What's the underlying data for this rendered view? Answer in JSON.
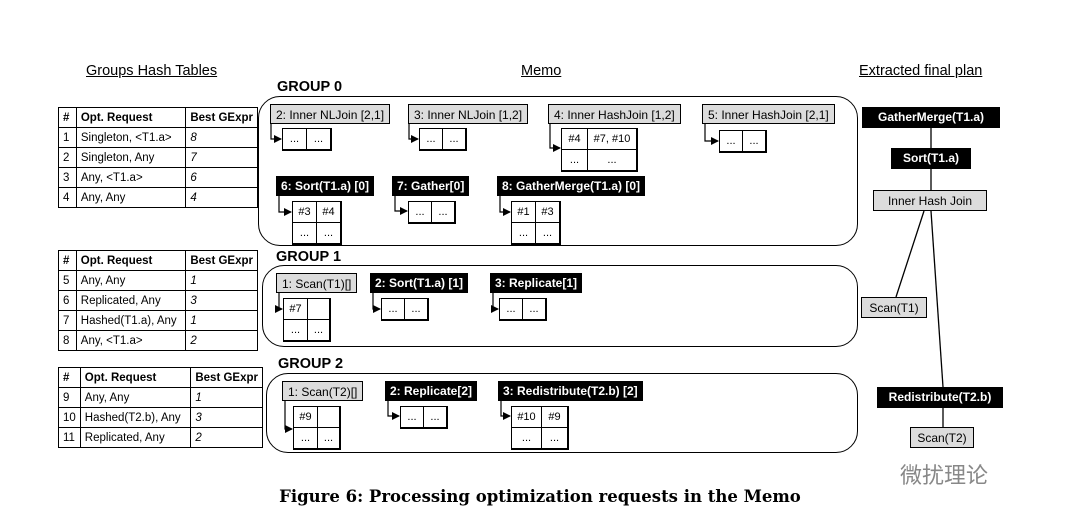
{
  "headings": {
    "hash_tables": "Groups Hash Tables",
    "memo": "Memo",
    "final_plan": "Extracted final plan"
  },
  "hash_tables": [
    {
      "header": [
        "#",
        "Opt. Request",
        "Best GExpr"
      ],
      "rows": [
        [
          "1",
          "Singleton, <T1.a>",
          "8"
        ],
        [
          "2",
          "Singleton, Any",
          "7"
        ],
        [
          "3",
          "Any, <T1.a>",
          "6"
        ],
        [
          "4",
          "Any, Any",
          "4"
        ]
      ]
    },
    {
      "header": [
        "#",
        "Opt. Request",
        "Best GExpr"
      ],
      "rows": [
        [
          "5",
          "Any, Any",
          "1"
        ],
        [
          "6",
          "Replicated, Any",
          "3"
        ],
        [
          "7",
          "Hashed(T1.a), Any",
          "1"
        ],
        [
          "8",
          "Any, <T1.a>",
          "2"
        ]
      ]
    },
    {
      "header": [
        "#",
        "Opt. Request",
        "Best GExpr"
      ],
      "rows": [
        [
          "9",
          "Any, Any",
          "1"
        ],
        [
          "10",
          "Hashed(T2.b), Any",
          "3"
        ],
        [
          "11",
          "Replicated, Any",
          "2"
        ]
      ]
    }
  ],
  "memo": {
    "groups": [
      {
        "title": "GROUP 0",
        "gexprs": [
          {
            "label": "2: Inner NLJoin [2,1]",
            "style": "light",
            "slots": [
              [
                "...",
                "..."
              ]
            ]
          },
          {
            "label": "3: Inner NLJoin [1,2]",
            "style": "light",
            "slots": [
              [
                "...",
                "..."
              ]
            ]
          },
          {
            "label": "4: Inner HashJoin [1,2]",
            "style": "light",
            "slots": [
              [
                "#4",
                "#7, #10"
              ],
              [
                "...",
                "..."
              ]
            ]
          },
          {
            "label": "5: Inner HashJoin [2,1]",
            "style": "light",
            "slots": [
              [
                "...",
                "..."
              ]
            ]
          },
          {
            "label": "6: Sort(T1.a) [0]",
            "style": "dark",
            "slots": [
              [
                "#3",
                "#4"
              ],
              [
                "...",
                "..."
              ]
            ]
          },
          {
            "label": "7: Gather[0]",
            "style": "dark",
            "slots": [
              [
                "...",
                "..."
              ]
            ]
          },
          {
            "label": "8: GatherMerge(T1.a) [0]",
            "style": "dark",
            "slots": [
              [
                "#1",
                "#3"
              ],
              [
                "...",
                "..."
              ]
            ]
          }
        ]
      },
      {
        "title": "GROUP 1",
        "gexprs": [
          {
            "label": "1: Scan(T1)[]",
            "style": "light",
            "slots": [
              [
                "#7",
                ""
              ],
              [
                "...",
                "..."
              ]
            ]
          },
          {
            "label": "2: Sort(T1.a) [1]",
            "style": "dark",
            "slots": [
              [
                "...",
                "..."
              ]
            ]
          },
          {
            "label": "3: Replicate[1]",
            "style": "dark",
            "slots": [
              [
                "...",
                "..."
              ]
            ]
          }
        ]
      },
      {
        "title": "GROUP 2",
        "gexprs": [
          {
            "label": "1: Scan(T2)[]",
            "style": "light",
            "slots": [
              [
                "#9",
                ""
              ],
              [
                "...",
                "..."
              ]
            ]
          },
          {
            "label": "2: Replicate[2]",
            "style": "dark",
            "slots": [
              [
                "...",
                "..."
              ]
            ]
          },
          {
            "label": "3: Redistribute(T2.b) [2]",
            "style": "dark",
            "slots": [
              [
                "#10",
                "#9"
              ],
              [
                "...",
                "..."
              ]
            ]
          }
        ]
      }
    ]
  },
  "plan": {
    "nodes": [
      {
        "label": "GatherMerge(T1.a)",
        "style": "dark"
      },
      {
        "label": "Sort(T1.a)",
        "style": "dark"
      },
      {
        "label": "Inner Hash Join",
        "style": "light"
      },
      {
        "label": "Scan(T1)",
        "style": "light"
      },
      {
        "label": "Redistribute(T2.b)",
        "style": "dark"
      },
      {
        "label": "Scan(T2)",
        "style": "light"
      }
    ]
  },
  "caption": "Figure 6:  Processing optimization requests in the Memo",
  "watermark": "微扰理论"
}
